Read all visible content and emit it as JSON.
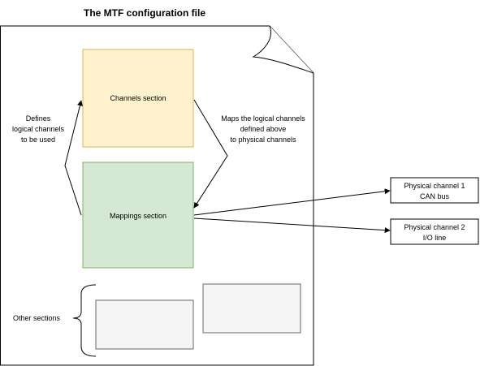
{
  "title": "The MTF configuration file",
  "boxes": {
    "channels": {
      "label": "Channels section",
      "fill": "#fff2cc",
      "stroke": "#d6b656"
    },
    "mappings": {
      "label": "Mappings section",
      "fill": "#d5e8d4",
      "stroke": "#82b366"
    },
    "other_a": {
      "fill": "#f5f5f5",
      "stroke": "#666666"
    },
    "other_b": {
      "fill": "#f5f5f5",
      "stroke": "#666666"
    }
  },
  "annotations": {
    "defines": [
      "Defines",
      "logical channels",
      "to be used"
    ],
    "maps": [
      "Maps the logical channels",
      "defined above",
      "to physical channels"
    ],
    "other_sections": "Other sections"
  },
  "physical": {
    "ch1": [
      "Physical channel 1",
      "CAN bus"
    ],
    "ch2": [
      "Physical channel 2",
      "I/O line"
    ]
  }
}
